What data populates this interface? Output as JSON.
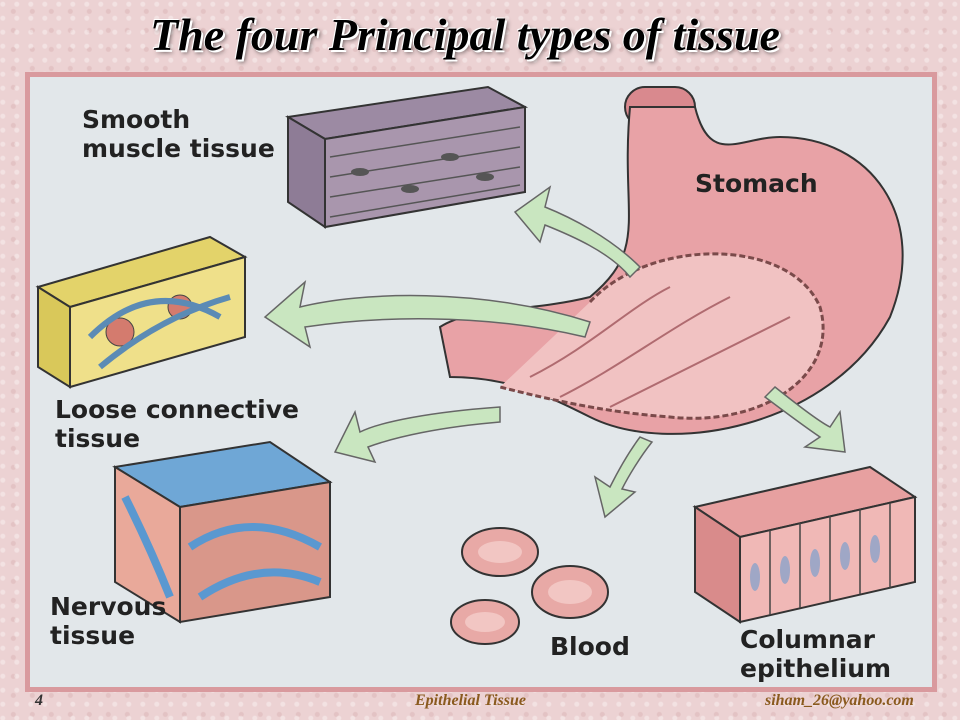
{
  "slide": {
    "title": "The four Principal types of tissue"
  },
  "labels": {
    "smooth_muscle": "Smooth\nmuscle tissue",
    "stomach": "Stomach",
    "loose_connective": "Loose connective\ntissue",
    "nervous": "Nervous\ntissue",
    "blood": "Blood",
    "columnar": "Columnar\nepithelium"
  },
  "footer": {
    "page_number": "4",
    "topic": "Epithelial Tissue",
    "email": "siham_26@yahoo.com"
  },
  "colors": {
    "frame_border": "#d99a9e",
    "arrow_fill": "#c9e6c0",
    "stomach": "#e8a2a6",
    "blood": "#e8a9a6"
  }
}
